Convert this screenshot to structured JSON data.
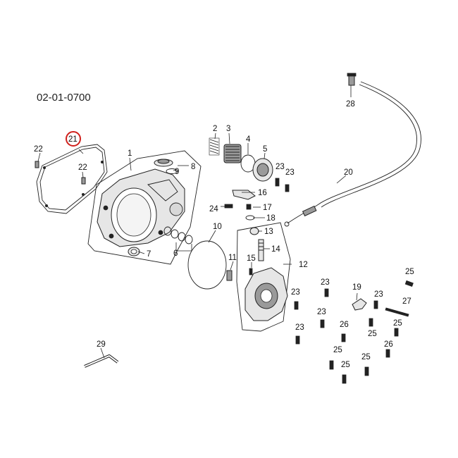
{
  "diagram": {
    "code": "02-01-0700",
    "highlight_color": "#d0201c",
    "highlighted_part": "21",
    "labels": {
      "p1": "1",
      "p2": "2",
      "p3": "3",
      "p4": "4",
      "p5": "5",
      "p6": "6",
      "p7": "7",
      "p8": "8",
      "p9": "9",
      "p10": "10",
      "p11": "11",
      "p12": "12",
      "p13": "13",
      "p14": "14",
      "p15": "15",
      "p16": "16",
      "p17": "17",
      "p18": "18",
      "p19": "19",
      "p20": "20",
      "p21": "21",
      "p22a": "22",
      "p22b": "22",
      "p23a": "23",
      "p23b": "23",
      "p23c": "23",
      "p23d": "23",
      "p23e": "23",
      "p23f": "23",
      "p24": "24",
      "p25a": "25",
      "p25b": "25",
      "p25c": "25",
      "p25d": "25",
      "p25e": "25",
      "p25f": "25",
      "p26a": "26",
      "p26b": "26",
      "p27": "27",
      "p28": "28",
      "p29": "29"
    }
  }
}
